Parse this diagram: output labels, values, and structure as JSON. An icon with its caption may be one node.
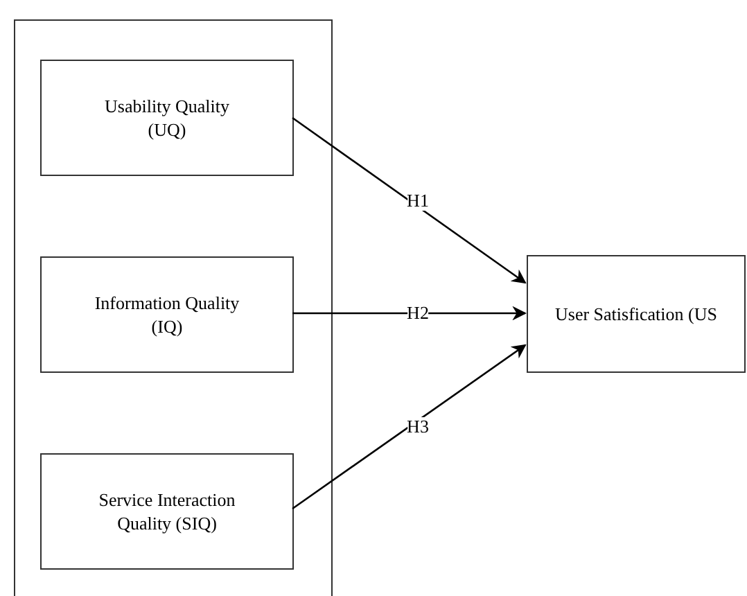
{
  "diagram": {
    "nodes": [
      {
        "text": [],
        "shape": "box"
      },
      {
        "text": [
          "Usability Quality (UQ)"
        ],
        "in": 0
      },
      {
        "text": [
          "Information Quality (IQ)"
        ],
        "in": 0
      },
      {
        "text": [
          "Service Interaction Quality (SIQ)"
        ],
        "in": 0
      },
      {
        "text": [
          "User Satisfication (US"
        ]
      }
    ],
    "edges": [
      {
        "from": 1,
        "to": 4,
        "arrow": "to",
        "label": "H1"
      },
      {
        "from": 2,
        "to": 4,
        "arrow": "to",
        "label": "H2"
      },
      {
        "from": 3,
        "to": 4,
        "arrow": "to",
        "label": "H3"
      }
    ]
  }
}
